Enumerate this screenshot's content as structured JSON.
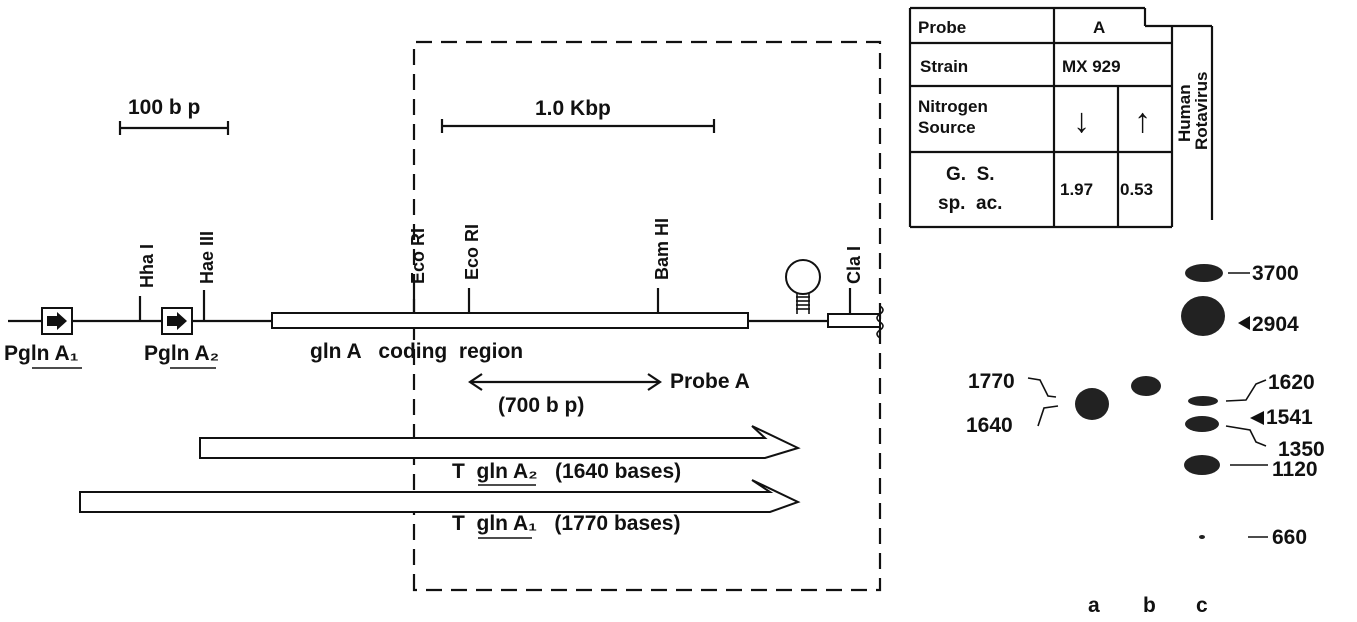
{
  "map": {
    "scale_100bp": "100 b p",
    "scale_1kbp": "1.0 Kbp",
    "sites": {
      "hha": "Hha I",
      "hae": "Hae III",
      "eco1": "Eco RI",
      "eco2": "Eco RI",
      "bam": "Bam HI",
      "cla": "Cla I"
    },
    "promoter1": "Pgln A₁",
    "promoter2": "Pgln A₂",
    "coding_region": "gln A   coding  region",
    "probe_length": "(700 b p)",
    "probe_label": "Probe A",
    "transcript2": "T  gln A₂   (1640 bases)",
    "transcript1": "T  gln A₁   (1770 bases)"
  },
  "table": {
    "probe_header": "Probe",
    "probe_value": "A",
    "strain_header": "Strain",
    "strain_value": "MX 929",
    "nitrogen_header_1": "Nitrogen",
    "nitrogen_header_2": "Source",
    "down_arrow": "↓",
    "up_arrow": "↑",
    "gs_header_1": "G.  S.",
    "gs_header_2": "sp.  ac.",
    "gs_value_down": "1.97",
    "gs_value_up": "0.53",
    "marker_header_1": "Human",
    "marker_header_2": "Rotavirus"
  },
  "blot": {
    "left_markers": [
      "1770",
      "1640"
    ],
    "right_markers": [
      "3700",
      "2904",
      "1620",
      "1541",
      "1350",
      "1120",
      "660"
    ],
    "lanes": [
      "a",
      "b",
      "c"
    ]
  }
}
